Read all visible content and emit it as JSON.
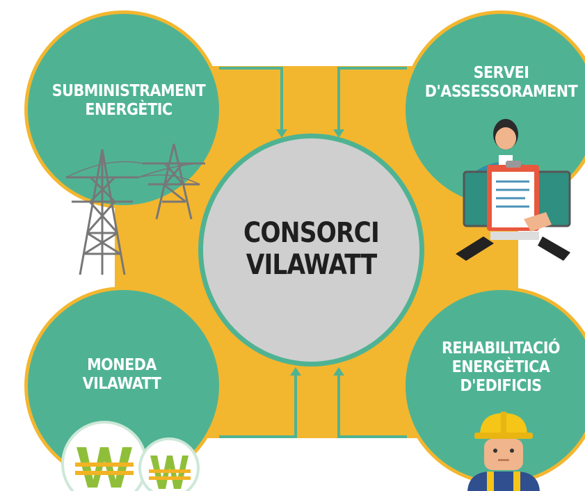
{
  "colors": {
    "teal": "#4fb393",
    "gold": "#f3b62f",
    "grey": "#cfcfcf",
    "dark": "#1f1f1f"
  },
  "center": {
    "title": "CONSORCI\nVILAWATT"
  },
  "nodes": {
    "supply": {
      "label": "SUBMINISTRAMENT\nENERGÈTIC",
      "icon": "power-pylon-icon"
    },
    "advice": {
      "label": "SERVEI\nD'ASSESSORAMENT",
      "icon": "advisor-clipboard-icon"
    },
    "currency": {
      "label": "MONEDA\nVILAWATT",
      "icon": "vilawatt-coin-icon"
    },
    "rehab": {
      "label": "REHABILITACIÓ\nENERGÈTICA\nD'EDIFICIS",
      "icon": "construction-worker-icon"
    }
  }
}
